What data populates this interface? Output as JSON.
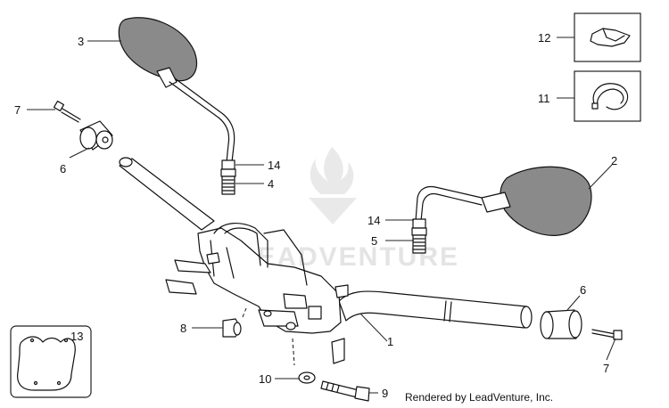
{
  "watermark": {
    "text": "LEADVENTURE"
  },
  "credit": "Rendered by LeadVenture, Inc.",
  "callouts": {
    "c1": "1",
    "c2": "2",
    "c3": "3",
    "c4": "4",
    "c5": "5",
    "c6a": "6",
    "c6b": "6",
    "c7a": "7",
    "c7b": "7",
    "c8": "8",
    "c9": "9",
    "c10": "10",
    "c11": "11",
    "c12": "12",
    "c13": "13",
    "c14a": "14",
    "c14b": "14"
  }
}
